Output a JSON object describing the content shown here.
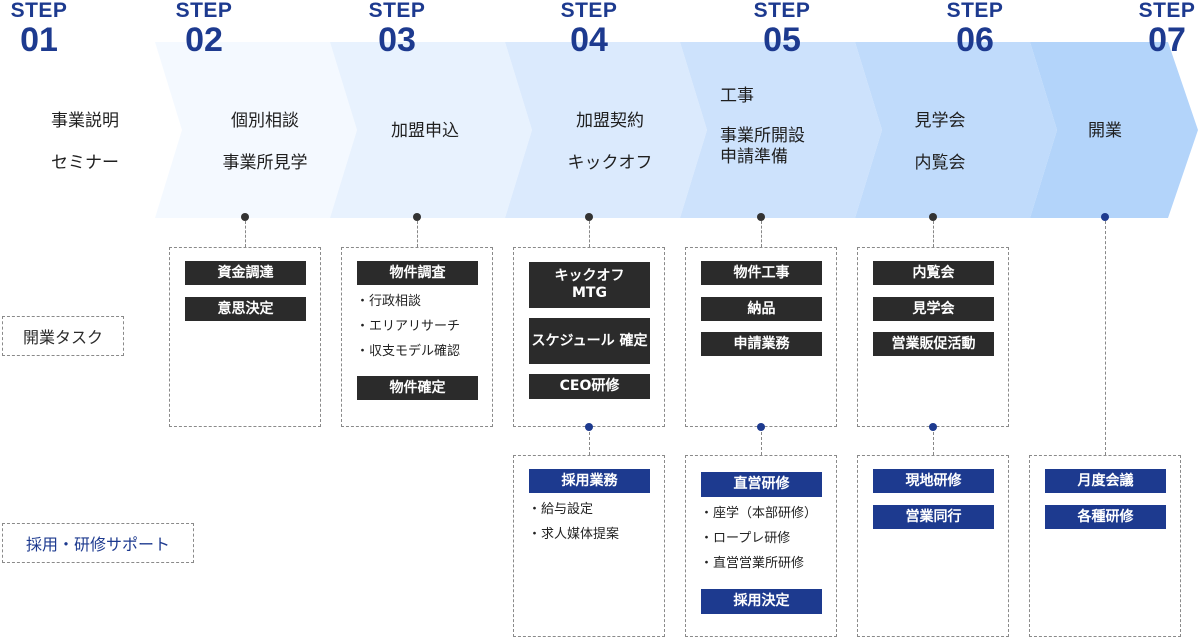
{
  "colors": {
    "navy": "#1d3a8f",
    "dark": "#2b2b2b",
    "band_light": "#f3f8fe",
    "band_dark": "#b5d6fb"
  },
  "steps": [
    {
      "word": "STEP",
      "num": "01",
      "lines": [
        "事業説明",
        "セミナー"
      ]
    },
    {
      "word": "STEP",
      "num": "02",
      "lines": [
        "個別相談",
        "事業所見学"
      ]
    },
    {
      "word": "STEP",
      "num": "03",
      "lines": [
        "加盟申込"
      ]
    },
    {
      "word": "STEP",
      "num": "04",
      "lines": [
        "加盟契約",
        "キックオフ"
      ]
    },
    {
      "word": "STEP",
      "num": "05",
      "lines": [
        "工事",
        "事業所開設",
        "申請準備"
      ]
    },
    {
      "word": "STEP",
      "num": "06",
      "lines": [
        "見学会",
        "内覧会"
      ]
    },
    {
      "word": "STEP",
      "num": "07",
      "lines": [
        "開業"
      ]
    }
  ],
  "row_labels": {
    "task": "開業タスク",
    "support": "採用・研修サポート"
  },
  "tasks": {
    "s2": {
      "tags": [
        "資金調達",
        "意思決定"
      ]
    },
    "s3": {
      "tags": [
        "物件調査",
        "物件確定"
      ],
      "bullets": [
        "・行政相談",
        "・エリアリサーチ",
        "・収支モデル確認"
      ]
    },
    "s4": {
      "tags": [
        "キックオフ MTG",
        "スケジュール 確定",
        "CEO研修"
      ]
    },
    "s5": {
      "tags": [
        "物件工事",
        "納品",
        "申請業務"
      ]
    },
    "s6": {
      "tags": [
        "内覧会",
        "見学会",
        "営業販促活動"
      ]
    }
  },
  "support": {
    "s4": {
      "tags": [
        "採用業務"
      ],
      "bullets": [
        "・給与設定",
        "・求人媒体提案"
      ]
    },
    "s5": {
      "tags": [
        "直営研修",
        "採用決定"
      ],
      "bullets": [
        "・座学（本部研修）",
        "・ロープレ研修",
        "・直営営業所研修"
      ]
    },
    "s6": {
      "tags": [
        "現地研修",
        "営業同行"
      ]
    },
    "s7": {
      "tags": [
        "月度会議",
        "各種研修"
      ]
    }
  }
}
